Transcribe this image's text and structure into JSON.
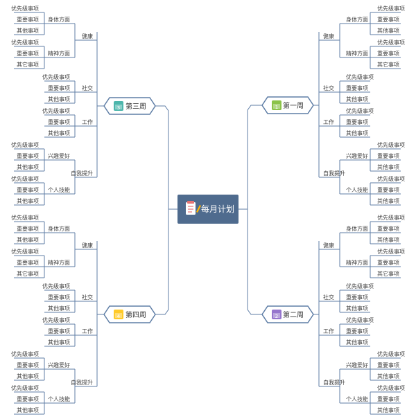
{
  "center": {
    "label": "每月计划",
    "icon": "notepad-icon",
    "color": "#4f6b8e"
  },
  "weeks": {
    "w1": {
      "label": "第一周",
      "badge": "1",
      "icon": "calendar-icon",
      "color": "#8bc34a"
    },
    "w2": {
      "label": "第二周",
      "badge": "2",
      "icon": "calendar-icon",
      "color": "#9575cd"
    },
    "w3": {
      "label": "第三周",
      "badge": "3",
      "icon": "calendar-icon",
      "color": "#4db6ac"
    },
    "w4": {
      "label": "第四周",
      "badge": "4",
      "icon": "calendar-icon",
      "color": "#ffca28"
    }
  },
  "cats": {
    "health": "健康",
    "social": "社交",
    "work": "工作",
    "growth": "自我提升"
  },
  "subs": {
    "body": "身体方面",
    "mind": "精神方面",
    "hobby": "兴趣爱好",
    "skill": "个人技能"
  },
  "leaves": {
    "priority": "优先级事项",
    "important": "重要事项",
    "other": "其他事项",
    "other2": "其它事项"
  },
  "line_color": "#5f7ea6"
}
